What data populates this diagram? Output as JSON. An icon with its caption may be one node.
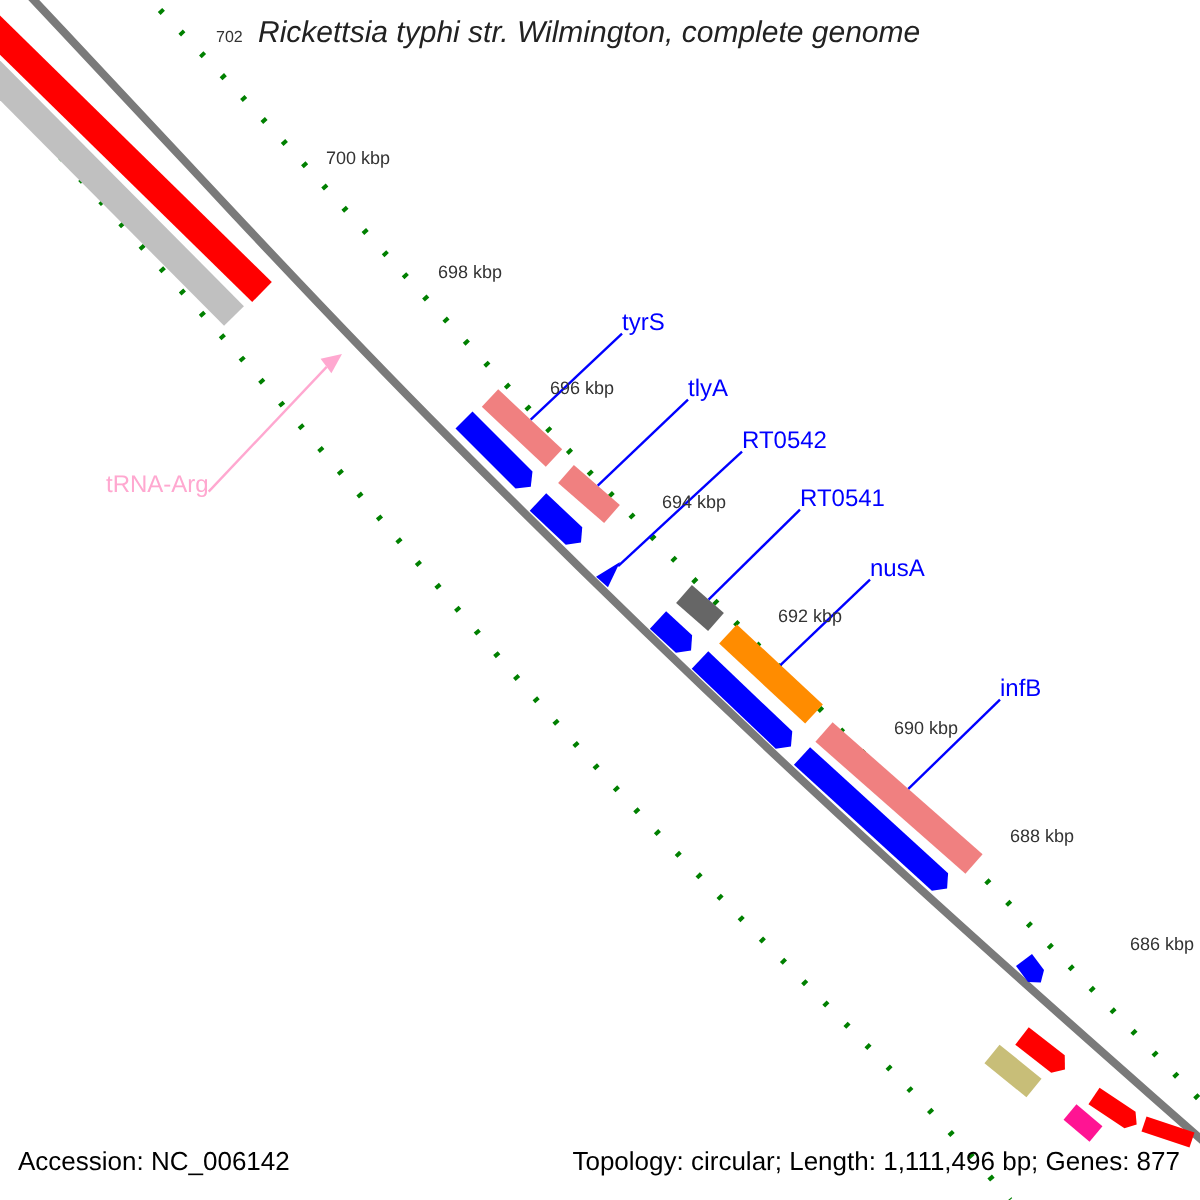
{
  "diagram": {
    "title": "Rickettsia typhi str. Wilmington, complete genome",
    "nodes": [
      {
        "text": [
          "tyrS"
        ]
      },
      {
        "text": [
          "tlyA"
        ]
      },
      {
        "text": [
          "RT0542"
        ]
      },
      {
        "text": [
          "RT0541"
        ]
      },
      {
        "text": [
          "nusA"
        ]
      },
      {
        "text": [
          "infB"
        ]
      },
      {
        "text": [
          "tRNA-Arg"
        ]
      },
      {
        "text": [],
        "shape": "triangle"
      },
      {
        "text": [],
        "shape": "bar"
      },
      {
        "text": [],
        "shape": "bar"
      },
      {
        "text": [],
        "shape": "triangle"
      },
      {
        "text": [],
        "shape": "bar"
      },
      {
        "text": [],
        "shape": "bar"
      },
      {
        "text": [],
        "shape": "bar"
      },
      {
        "text": [],
        "shape": "bar"
      },
      {
        "text": [],
        "shape": "bar"
      },
      {
        "text": [],
        "shape": "arrow"
      },
      {
        "text": [],
        "shape": "arrow"
      },
      {
        "text": [],
        "shape": "arrow"
      },
      {
        "text": [],
        "shape": "arrow"
      },
      {
        "text": [],
        "shape": "arrow"
      },
      {
        "text": [],
        "shape": "arrow"
      },
      {
        "text": [],
        "shape": "arrow"
      },
      {
        "text": [],
        "shape": "bar"
      },
      {
        "text": [],
        "shape": "arrow"
      },
      {
        "text": [],
        "shape": "bar"
      },
      {
        "text": [],
        "shape": "bar"
      }
    ],
    "edges": [
      {
        "from": 0,
        "to": 8,
        "arrow": "none"
      },
      {
        "from": 1,
        "to": 9,
        "arrow": "none"
      },
      {
        "from": 2,
        "to": 10,
        "arrow": "none"
      },
      {
        "from": 3,
        "to": 11,
        "arrow": "none"
      },
      {
        "from": 4,
        "to": 12,
        "arrow": "none"
      },
      {
        "from": 5,
        "to": 13,
        "arrow": "none"
      },
      {
        "from": 6,
        "to": 7,
        "arrow": "none",
        "color": "#ffa8d0"
      }
    ],
    "labels": [
      "702",
      "700 kbp",
      "698 kbp",
      "696 kbp",
      "694 kbp",
      "692 kbp",
      "690 kbp",
      "688 kbp",
      "686 kbp",
      "Accession: NC_006142",
      "Topology: circular; Length: 1,111,496 bp; Genes: 877"
    ]
  }
}
